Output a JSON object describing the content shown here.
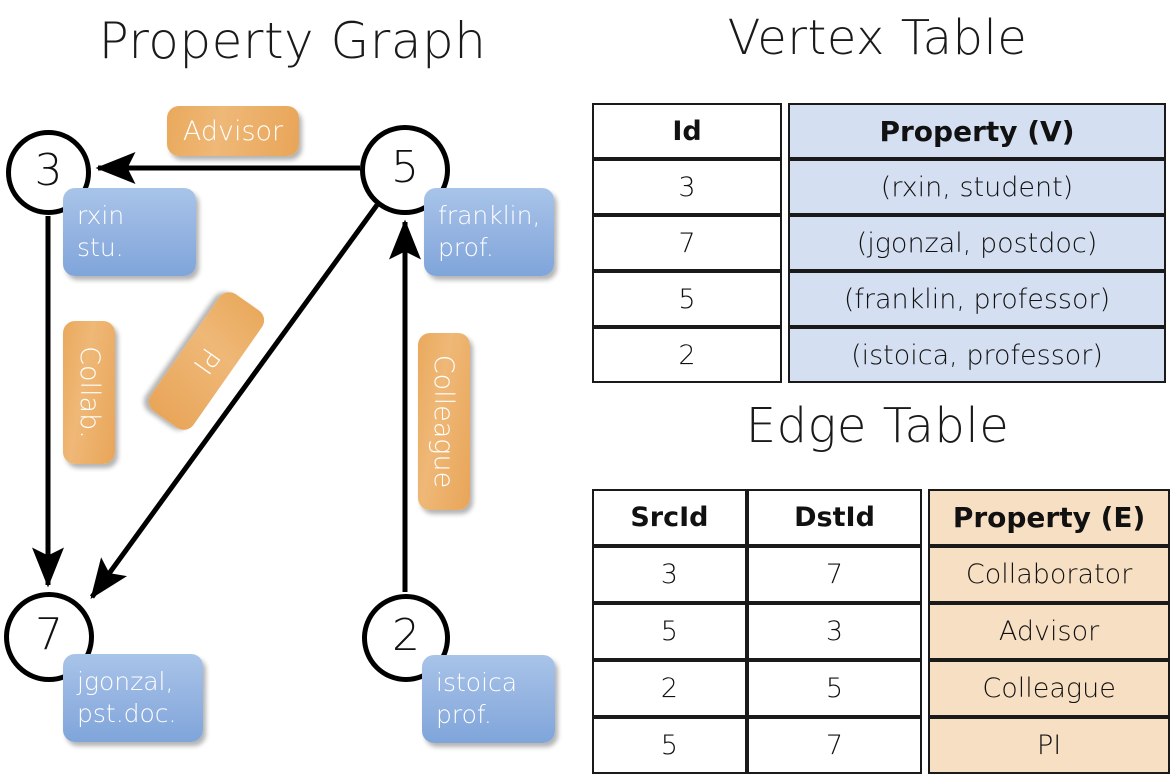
{
  "titles": {
    "property_graph": "Property Graph",
    "vertex_table": "Vertex Table",
    "edge_table": "Edge Table"
  },
  "graph": {
    "nodes": [
      {
        "id": "3",
        "property_lines": [
          "rxin",
          "stu."
        ]
      },
      {
        "id": "5",
        "property_lines": [
          "franklin,",
          "prof."
        ]
      },
      {
        "id": "7",
        "property_lines": [
          "jgonzal,",
          "pst.doc."
        ]
      },
      {
        "id": "2",
        "property_lines": [
          "istoica",
          "prof."
        ]
      }
    ],
    "edge_labels": [
      {
        "label": "Advisor",
        "orientation": "horizontal"
      },
      {
        "label": "Collab.",
        "orientation": "vertical"
      },
      {
        "label": "PI",
        "orientation": "diagonal"
      },
      {
        "label": "Colleague",
        "orientation": "vertical"
      }
    ],
    "edges": [
      {
        "from": "5",
        "to": "3",
        "label": "Advisor"
      },
      {
        "from": "3",
        "to": "7",
        "label": "Collab."
      },
      {
        "from": "5",
        "to": "7",
        "label": "PI"
      },
      {
        "from": "2",
        "to": "5",
        "label": "Colleague"
      }
    ]
  },
  "vertex_table": {
    "columns": [
      "Id",
      "Property (V)"
    ],
    "rows": [
      {
        "id": "3",
        "property": "(rxin, student)"
      },
      {
        "id": "7",
        "property": "(jgonzal, postdoc)"
      },
      {
        "id": "5",
        "property": "(franklin, professor)"
      },
      {
        "id": "2",
        "property": "(istoica, professor)"
      }
    ]
  },
  "edge_table": {
    "columns": [
      "SrcId",
      "DstId",
      "Property (E)"
    ],
    "rows": [
      {
        "src": "3",
        "dst": "7",
        "property": "Collaborator"
      },
      {
        "src": "5",
        "dst": "3",
        "property": "Advisor"
      },
      {
        "src": "2",
        "dst": "5",
        "property": "Colleague"
      },
      {
        "src": "5",
        "dst": "7",
        "property": "PI"
      }
    ]
  },
  "colors": {
    "vertex_property_fill": "#d4dff1",
    "edge_property_fill": "#f7dfc4",
    "node_box_blue": "#97b5e2",
    "edge_label_orange": "#e9a95c",
    "stroke": "#1a1a1a"
  }
}
